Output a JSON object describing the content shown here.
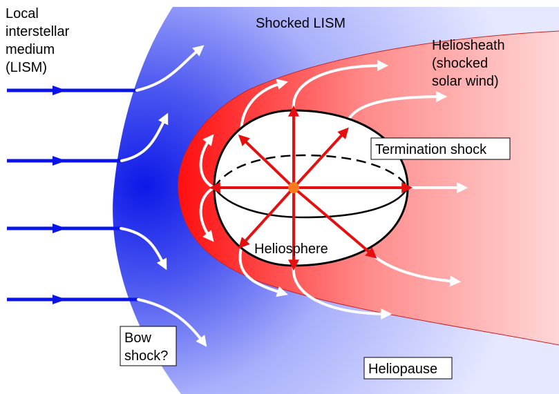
{
  "labels": {
    "lism_line1": "Local",
    "lism_line2": "interstellar",
    "lism_line3": "medium",
    "lism_line4": "(LISM)",
    "shocked_lism": "Shocked LISM",
    "heliosheath_line1": "Heliosheath",
    "heliosheath_line2": "(shocked",
    "heliosheath_line3": "solar wind)",
    "termination_shock": "Termination shock",
    "heliosphere": "Heliosphere",
    "bow_shock_line1": "Bow",
    "bow_shock_line2": "shock?",
    "heliopause": "Heliopause"
  },
  "colors": {
    "lism_flow": "#0a14e6",
    "shocked_lism": "#1a2ae6",
    "heliosheath": "#ff3a3a",
    "solar_wind": "#e60f0f",
    "flow_arrows": "#ffffff",
    "sun": "#ff7a1a"
  },
  "icons": {
    "sun": "sun-icon"
  }
}
